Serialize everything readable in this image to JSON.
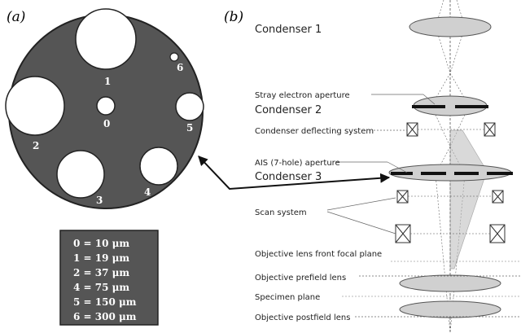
{
  "panels": {
    "a": "(a)",
    "b": "(b)"
  },
  "aperture_plate": {
    "fill": "#555555",
    "holes": [
      {
        "label": "0"
      },
      {
        "label": "1"
      },
      {
        "label": "2"
      },
      {
        "label": "3"
      },
      {
        "label": "4"
      },
      {
        "label": "5"
      },
      {
        "label": "6"
      }
    ]
  },
  "legend": {
    "background": "#555555",
    "rows": [
      "0 = 10 μm",
      "1 = 19 μm",
      "2 = 37 μm",
      "4 = 75 μm",
      "5 = 150 μm",
      "6 = 300 μm"
    ]
  },
  "column_labels": {
    "condenser1": "Condenser 1",
    "stray_aperture": "Stray  electron aperture",
    "condenser2": "Condenser 2",
    "deflecting": "Condenser deflecting system",
    "ais_aperture": "AIS  (7-hole)  aperture",
    "condenser3": "Condenser 3",
    "scan": "Scan system",
    "front_focal": "Objective lens front focal plane",
    "prefield": "Objective prefield lens",
    "specimen": "Specimen plane",
    "postfield": "Objective postfield lens"
  }
}
